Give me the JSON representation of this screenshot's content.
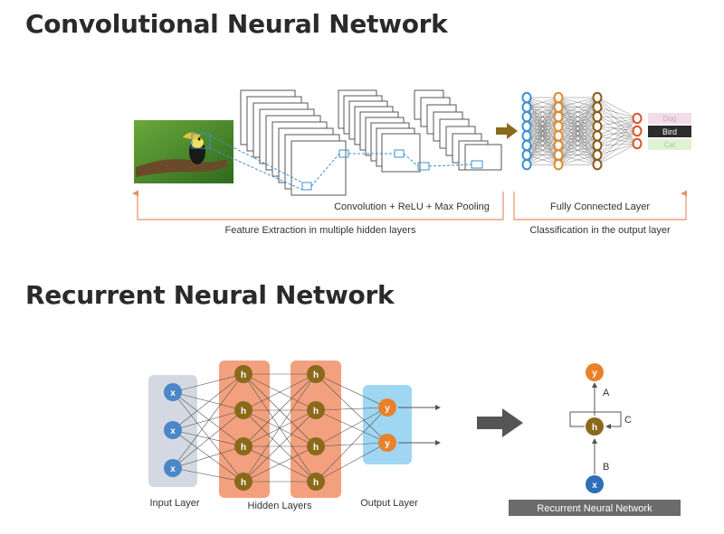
{
  "cnn": {
    "title": "Convolutional Neural Network",
    "conv_label": "Convolution + ReLU + Max Pooling",
    "fc_label": "Fully Connected Layer",
    "feature_label": "Feature Extraction in multiple hidden layers",
    "class_label": "Classification in the output layer",
    "outputs": [
      "Dog",
      "Bird",
      "Cat"
    ]
  },
  "rnn": {
    "title": "Recurrent Neural Network",
    "input_node": "x",
    "hidden_node": "h",
    "output_node": "y",
    "input_layer_label": "Input Layer",
    "hidden_layers_label": "Hidden Layers",
    "output_layer_label": "Output Layer",
    "edge_a": "A",
    "edge_b": "B",
    "edge_c": "C",
    "caption": "Recurrent Neural Network"
  },
  "colors": {
    "cnn_blue": "#3d8fd1",
    "cnn_orange": "#e08a2a",
    "cnn_brown": "#8a5a1a",
    "cnn_red": "#d9542a",
    "bracket": "#e8906a",
    "rnn_blue_node": "#4a86c8",
    "rnn_orange_node": "#e8822a",
    "rnn_olive_node": "#8a6a1a",
    "input_panel": "#d3d8e2",
    "hidden_panel": "#f2a07e",
    "output_panel": "#9fd6f2",
    "caption_bg": "#6b6b6b"
  }
}
